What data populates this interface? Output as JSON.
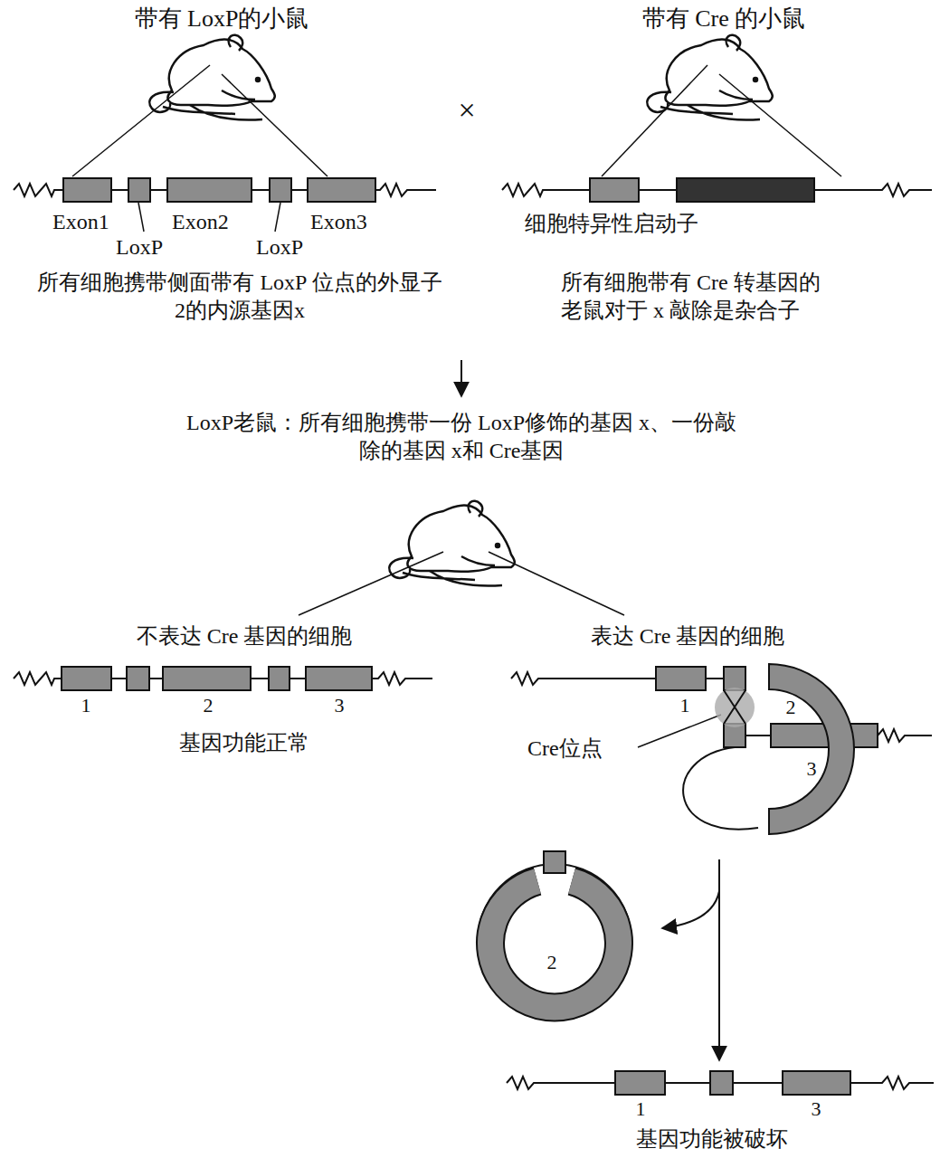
{
  "diagram": {
    "labels": [
      "带有 LoxP的小鼠",
      "带有 Cre 的小鼠",
      "×",
      "Exon1",
      "Exon2",
      "Exon3",
      "LoxP",
      "LoxP",
      "细胞特异性启动子",
      "所有细胞携带侧面带有 LoxP 位点的外显子2的内源基因x",
      "所有细胞带有 Cre 转基因的老鼠对于 x 敲除是杂合子",
      "LoxP老鼠：所有细胞携带一份 LoxP修饰的基因 x、一份敲除的基因 x和 Cre基因",
      "不表达 Cre 基因的细胞",
      "表达 Cre 基因的细胞",
      "1",
      "2",
      "3",
      "基因功能正常",
      "1",
      "2",
      "3",
      "Cre位点",
      "2",
      "1",
      "3",
      "基因功能被破坏"
    ]
  }
}
